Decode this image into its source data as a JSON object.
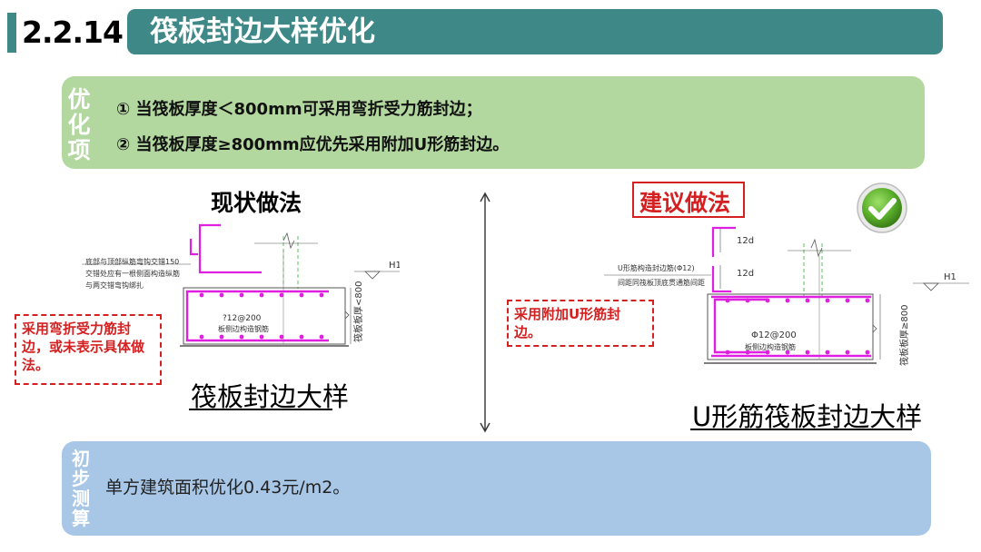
{
  "header": {
    "number": "2.2.14",
    "title": "筏板封边大样优化"
  },
  "optimization": {
    "label": "优化项",
    "items": [
      "① 当筏板厚度＜800mm可采用弯折受力筋封边；",
      "② 当筏板厚度≥800mm应优先采用附加U形筋封边。"
    ]
  },
  "current": {
    "title": "现状做法",
    "note": "采用弯折受力筋封边，或未表示具体做法。",
    "caption": "筏板封边大样",
    "drawing": {
      "note_lines": [
        "底部与顶部纵筋弯钩交错150",
        "交错处应有一根侧面构造纵筋",
        "与两交错弯钩绑扎"
      ],
      "h_label": "H1",
      "rebar_label": "?12@200",
      "side_label": "板侧边构造钢筋",
      "thickness_label": "筏板板厚<800"
    }
  },
  "recommended": {
    "title": "建议做法",
    "note": "采用附加U形筋封边。",
    "caption": "U形筋筏板封边大样",
    "check_icon": "check-icon",
    "drawing": {
      "note_lines": [
        "U形筋构造封边筋(Φ12)",
        "间距同筏板顶底贯通筋间距"
      ],
      "lap_top": "12d",
      "lap_bottom": "12d",
      "h_label": "H1",
      "rebar_label": "Φ12@200",
      "side_label": "板侧边构造钢筋",
      "thickness_label": "筏板板厚≥800"
    }
  },
  "estimate": {
    "label": "初步测算",
    "text": "单方建筑面积优化0.43元/m2。"
  },
  "colors": {
    "header": "#3e8888",
    "optimize_bg": "#b2d79f",
    "estimate_bg": "#a8c7e7",
    "accent_red": "#d42020",
    "rebar": "#e020e0",
    "check": "#5cb02c"
  }
}
